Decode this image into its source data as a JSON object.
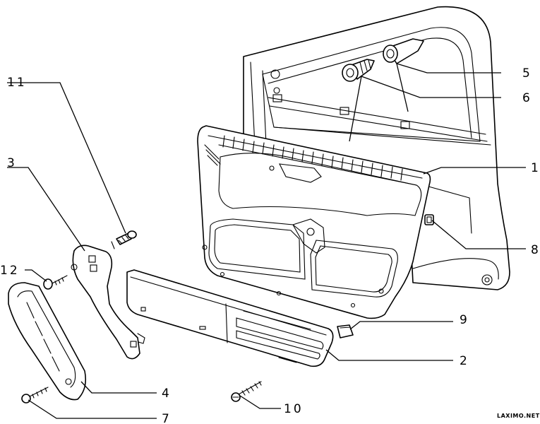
{
  "callouts": {
    "c1": "1",
    "c2": "2",
    "c3": "3",
    "c4": "4",
    "c5": "5",
    "c6": "6",
    "c7": "7",
    "c8": "8",
    "c9": "9",
    "c10": "10",
    "c11": "11",
    "c12": "12"
  },
  "watermark": "LAXIMO.NET"
}
